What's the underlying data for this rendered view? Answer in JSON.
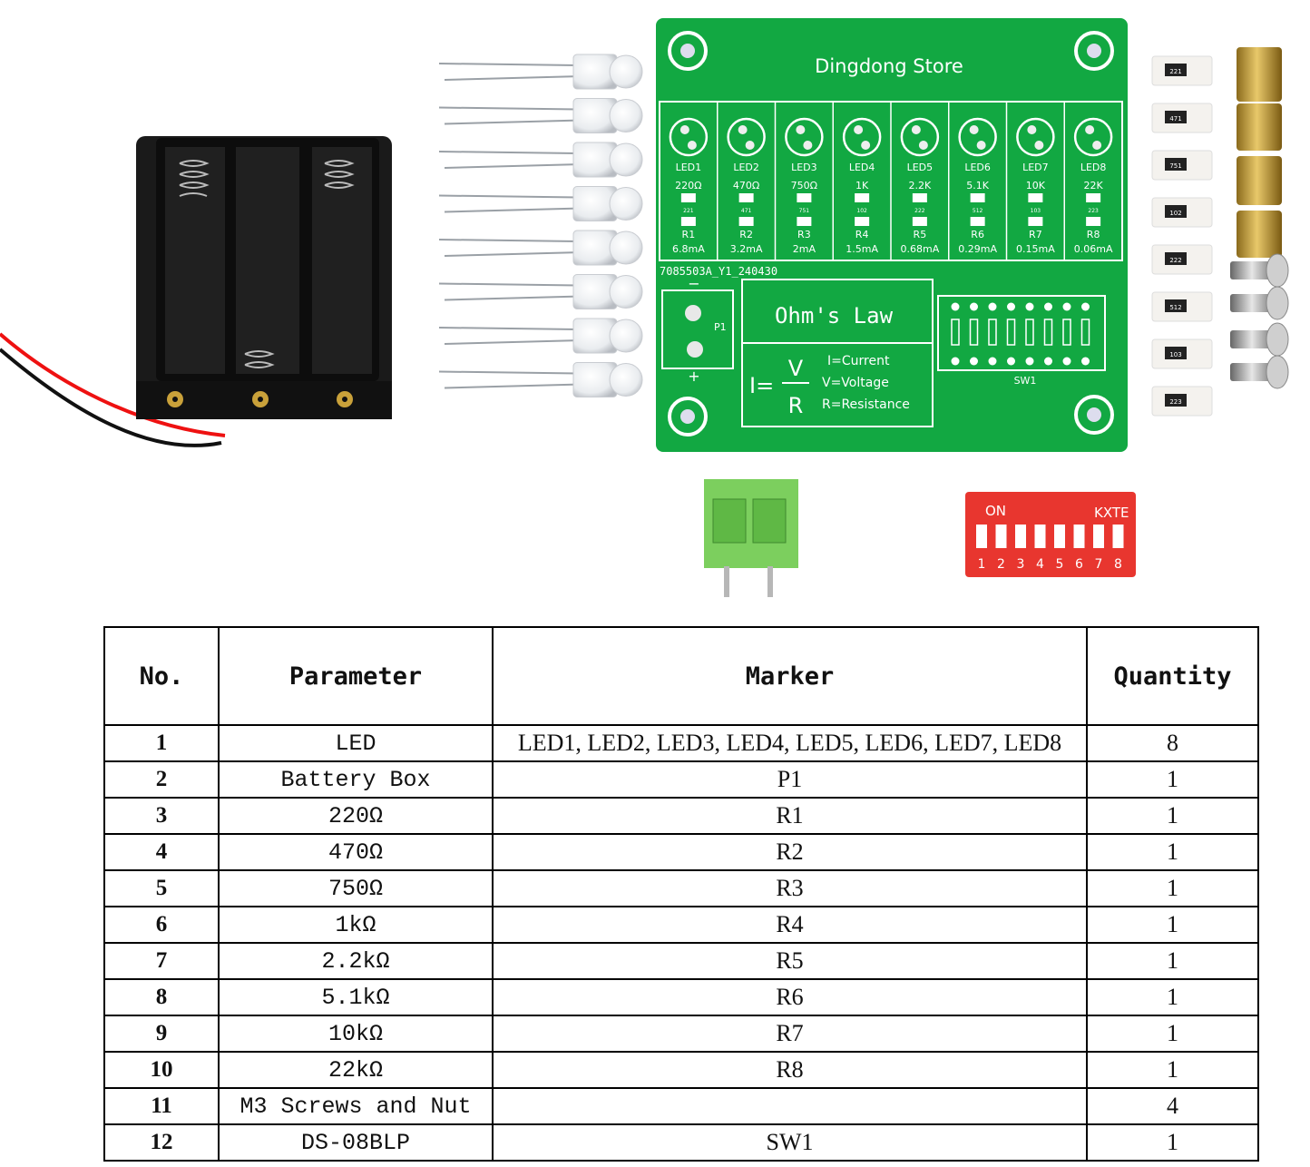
{
  "pcb": {
    "title": "Dingdong Store",
    "leds": [
      {
        "label": "LED1",
        "value": "220Ω",
        "code": "221",
        "res": "R1",
        "current": "6.8mA"
      },
      {
        "label": "LED2",
        "value": "470Ω",
        "code": "471",
        "res": "R2",
        "current": "3.2mA"
      },
      {
        "label": "LED3",
        "value": "750Ω",
        "code": "751",
        "res": "R3",
        "current": "2mA"
      },
      {
        "label": "LED4",
        "value": "1K",
        "code": "102",
        "res": "R4",
        "current": "1.5mA"
      },
      {
        "label": "LED5",
        "value": "2.2K",
        "code": "222",
        "res": "R5",
        "current": "0.68mA"
      },
      {
        "label": "LED6",
        "value": "5.1K",
        "code": "512",
        "res": "R6",
        "current": "0.29mA"
      },
      {
        "label": "LED7",
        "value": "10K",
        "code": "103",
        "res": "R7",
        "current": "0.15mA"
      },
      {
        "label": "LED8",
        "value": "22K",
        "code": "223",
        "res": "R8",
        "current": "0.06mA"
      }
    ],
    "board_id": "7085503A_Y1_240430",
    "law_title": "Ohm's Law",
    "formula_i": "I=",
    "formula_v": "V",
    "formula_r": "R",
    "def_current": "I=Current",
    "def_voltage": "V=Voltage",
    "def_resistance": "R=Resistance",
    "p1": "P1",
    "minus": "−",
    "plus": "+",
    "sw1": "SW1"
  },
  "dip": {
    "on_label": "ON",
    "brand": "KXTE",
    "numbers": [
      "1",
      "2",
      "3",
      "4",
      "5",
      "6",
      "7",
      "8"
    ]
  },
  "resistor_codes": [
    "221",
    "471",
    "751",
    "102",
    "222",
    "512",
    "103",
    "223"
  ],
  "table": {
    "headers": [
      "No.",
      "Parameter",
      "Marker",
      "Quantity"
    ],
    "rows": [
      {
        "no": "1",
        "param": "LED",
        "marker": "LED1, LED2, LED3, LED4, LED5, LED6, LED7, LED8",
        "qty": "8"
      },
      {
        "no": "2",
        "param": "Battery Box",
        "marker": "P1",
        "qty": "1"
      },
      {
        "no": "3",
        "param": "220Ω",
        "marker": "R1",
        "qty": "1"
      },
      {
        "no": "4",
        "param": "470Ω",
        "marker": "R2",
        "qty": "1"
      },
      {
        "no": "5",
        "param": "750Ω",
        "marker": "R3",
        "qty": "1"
      },
      {
        "no": "6",
        "param": "1kΩ",
        "marker": "R4",
        "qty": "1"
      },
      {
        "no": "7",
        "param": "2.2kΩ",
        "marker": "R5",
        "qty": "1"
      },
      {
        "no": "8",
        "param": "5.1kΩ",
        "marker": "R6",
        "qty": "1"
      },
      {
        "no": "9",
        "param": "10kΩ",
        "marker": "R7",
        "qty": "1"
      },
      {
        "no": "10",
        "param": "22kΩ",
        "marker": "R8",
        "qty": "1"
      },
      {
        "no": "11",
        "param": "M3 Screws and Nut",
        "marker": "",
        "qty": "4"
      },
      {
        "no": "12",
        "param": "DS-08BLP",
        "marker": "SW1",
        "qty": "1"
      }
    ]
  }
}
